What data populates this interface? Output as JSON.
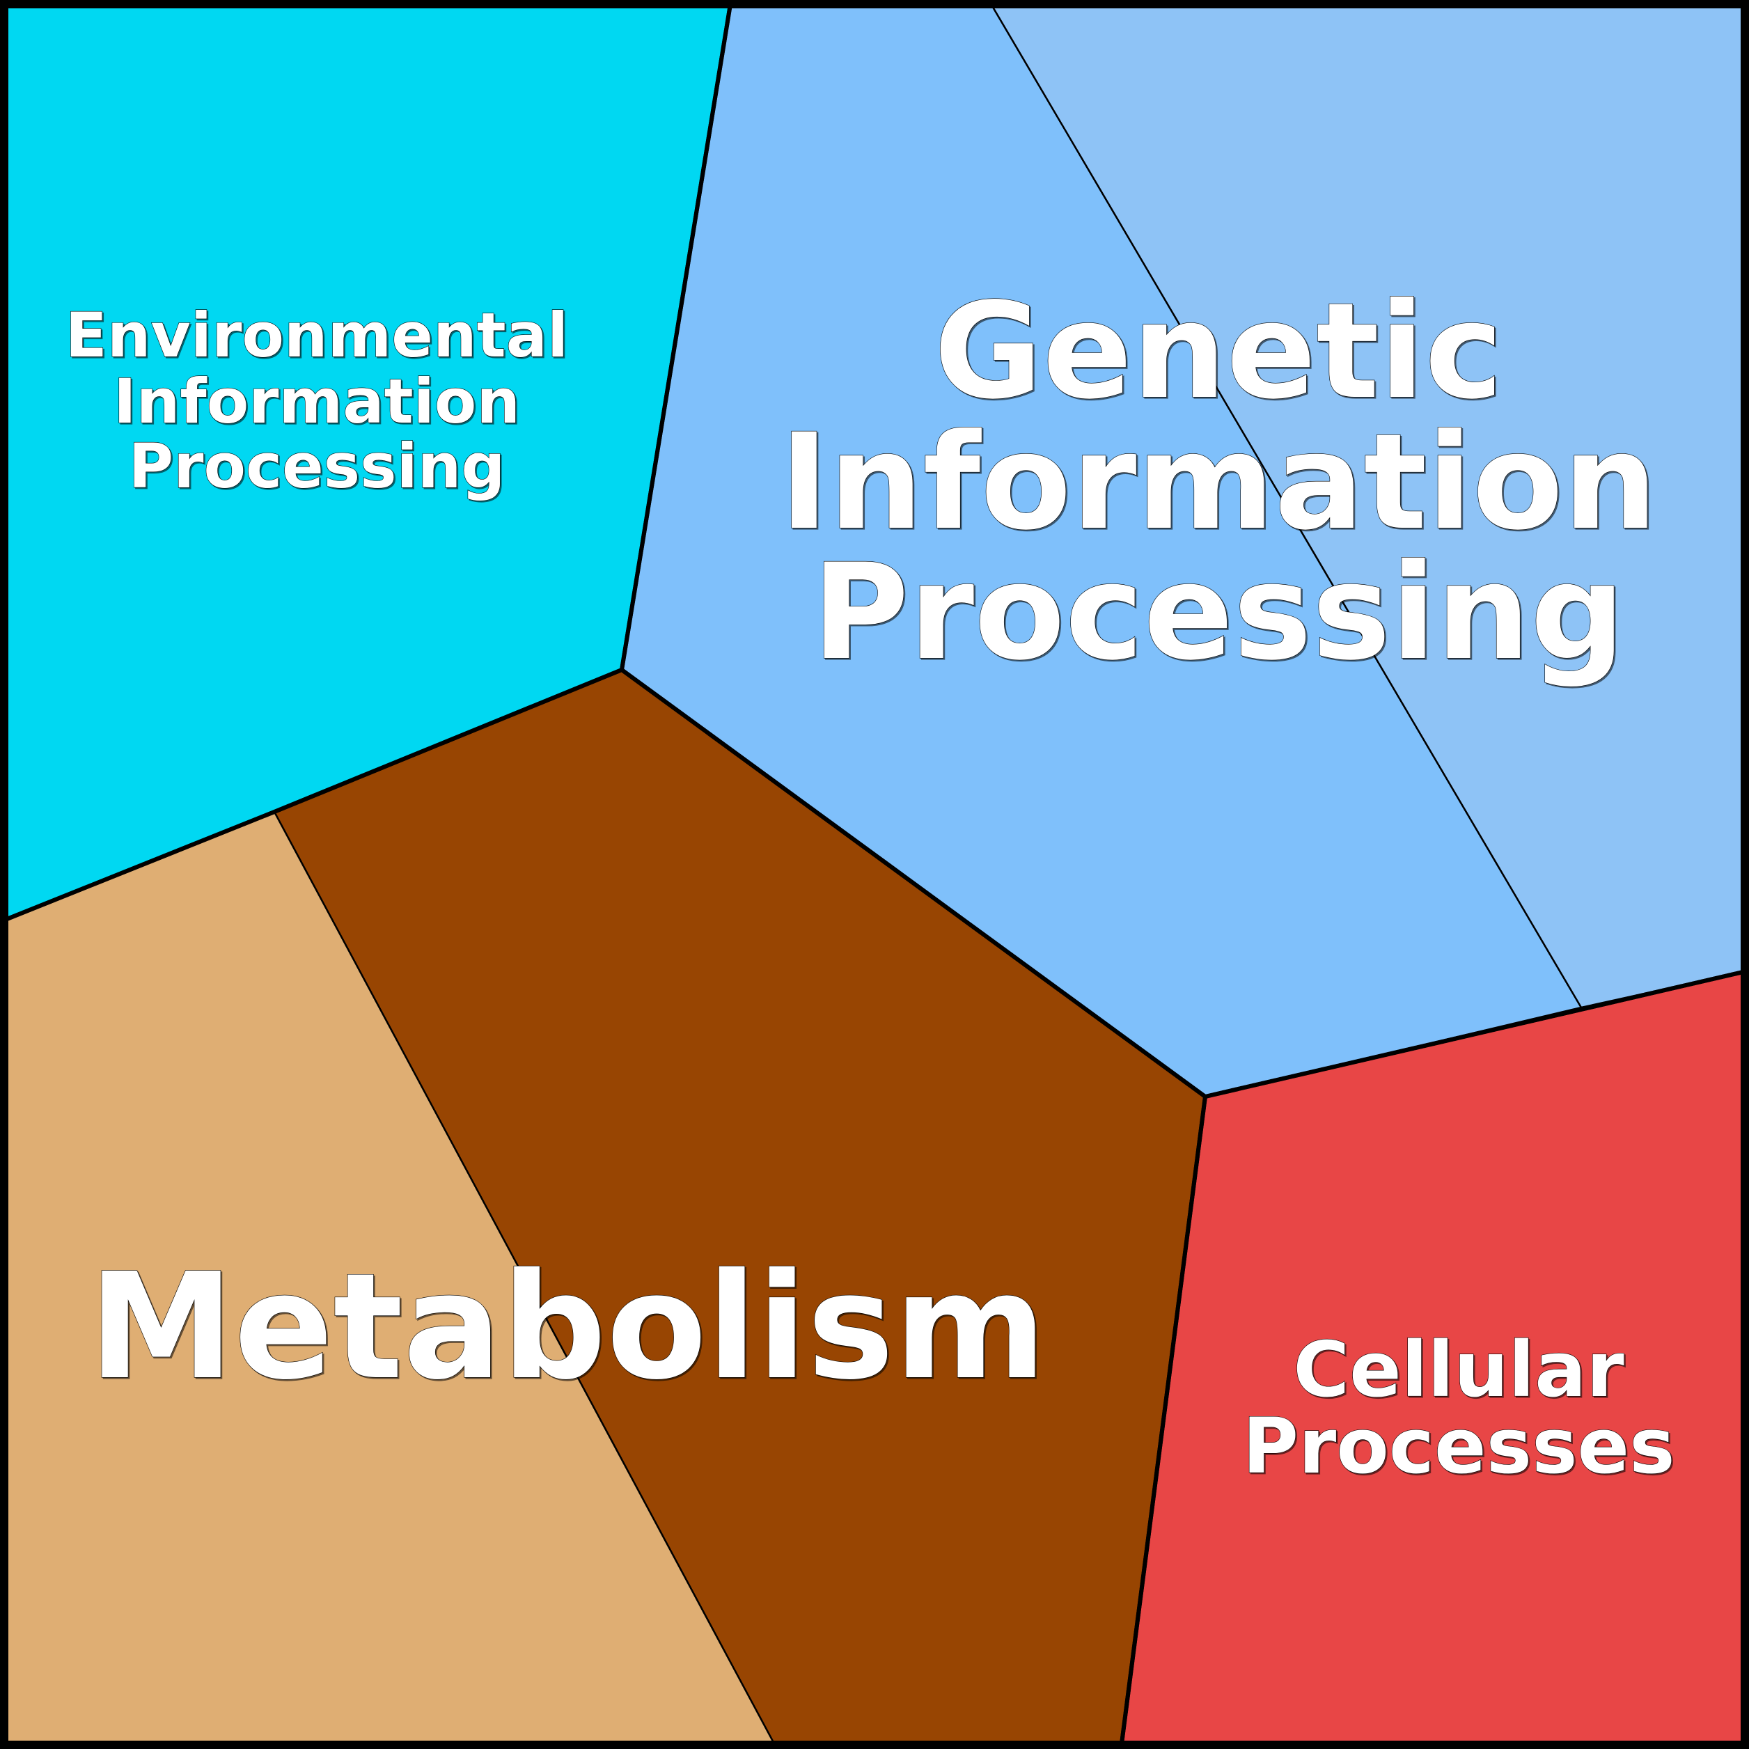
{
  "diagram": {
    "type": "voronoi-treemap",
    "background": "#ffffff",
    "border_color": "#000000",
    "categories": [
      {
        "id": "environmental",
        "name": "Environmental Information Processing",
        "label_lines": [
          "Environmental",
          "Information",
          "Processing"
        ],
        "color": "#00d8f2",
        "subcells": [
          {
            "color": "#00d8f2"
          }
        ]
      },
      {
        "id": "genetic",
        "name": "Genetic Information Processing",
        "label_lines": [
          "Genetic",
          "Information",
          "Processing"
        ],
        "color": "#7fc0fb",
        "subcells": [
          {
            "color": "#7fc0fb"
          },
          {
            "color": "#8ec3f6"
          }
        ]
      },
      {
        "id": "metabolism",
        "name": "Metabolism",
        "label_lines": [
          "Metabolism"
        ],
        "color": "#984502",
        "subcells": [
          {
            "color": "#984502"
          },
          {
            "color": "#dfae73"
          }
        ]
      },
      {
        "id": "cellular",
        "name": "Cellular Processes",
        "label_lines": [
          "Cellular",
          "Processes"
        ],
        "color": "#e84646",
        "subcells": [
          {
            "color": "#e84646"
          }
        ]
      }
    ]
  }
}
